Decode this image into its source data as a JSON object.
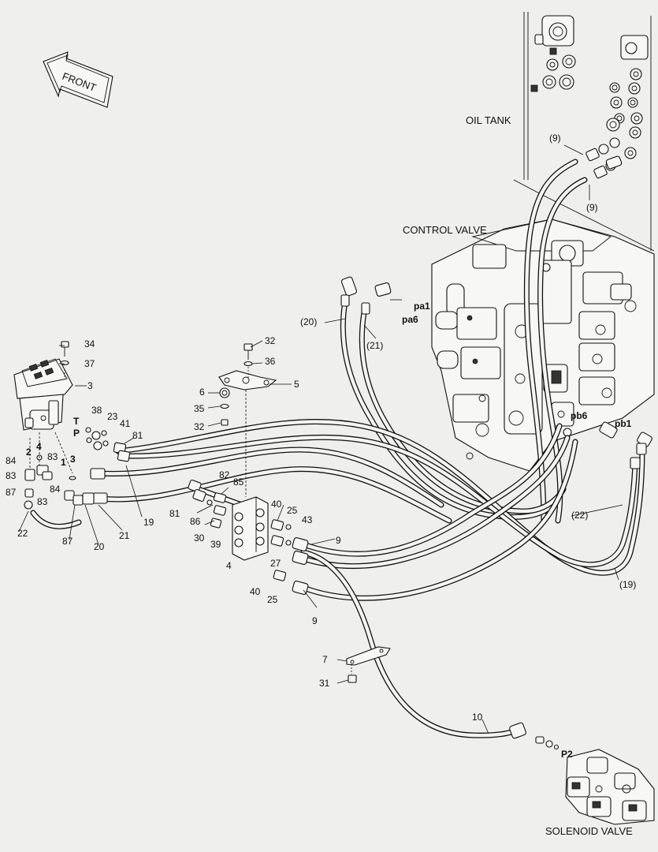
{
  "labels": {
    "front": "FRONT",
    "oil_tank": "OIL TANK",
    "control_valve": "CONTROL VALVE",
    "solenoid_valve": "SOLENOID VALVE"
  },
  "ports": {
    "pa1": "pa1",
    "pa6": "pa6",
    "pb6": "pb6",
    "pb1": "pb1",
    "p2": "P2",
    "t": "T",
    "p": "P"
  },
  "callouts": {
    "c9_top": "(9)",
    "c9_mid": "(9)",
    "c20": "(20)",
    "c21": "(21)",
    "c22": "(22)",
    "c19": "(19)",
    "n34": "34",
    "n37": "37",
    "n3": "3",
    "n38": "38",
    "n23": "23",
    "n41": "41",
    "n81a": "81",
    "n2": "2",
    "n4": "4",
    "n83a": "83",
    "n1": "1",
    "n3b": "3",
    "n84a": "84",
    "n83b": "83",
    "n84b": "84",
    "n87a": "87",
    "n83c": "83",
    "n22": "22",
    "n87b": "87",
    "n20": "20",
    "n21": "21",
    "n19": "19",
    "n32a": "32",
    "n36": "36",
    "n5": "5",
    "n6": "6",
    "n35": "35",
    "n32b": "32",
    "n82": "82",
    "n85": "85",
    "n81b": "81",
    "n86": "86",
    "n30": "30",
    "n39": "39",
    "n4b": "4",
    "n40a": "40",
    "n25a": "25",
    "n43": "43",
    "n9a": "9",
    "n27": "27",
    "n40b": "40",
    "n25b": "25",
    "n9b": "9",
    "n7": "7",
    "n31": "31",
    "n10": "10"
  }
}
